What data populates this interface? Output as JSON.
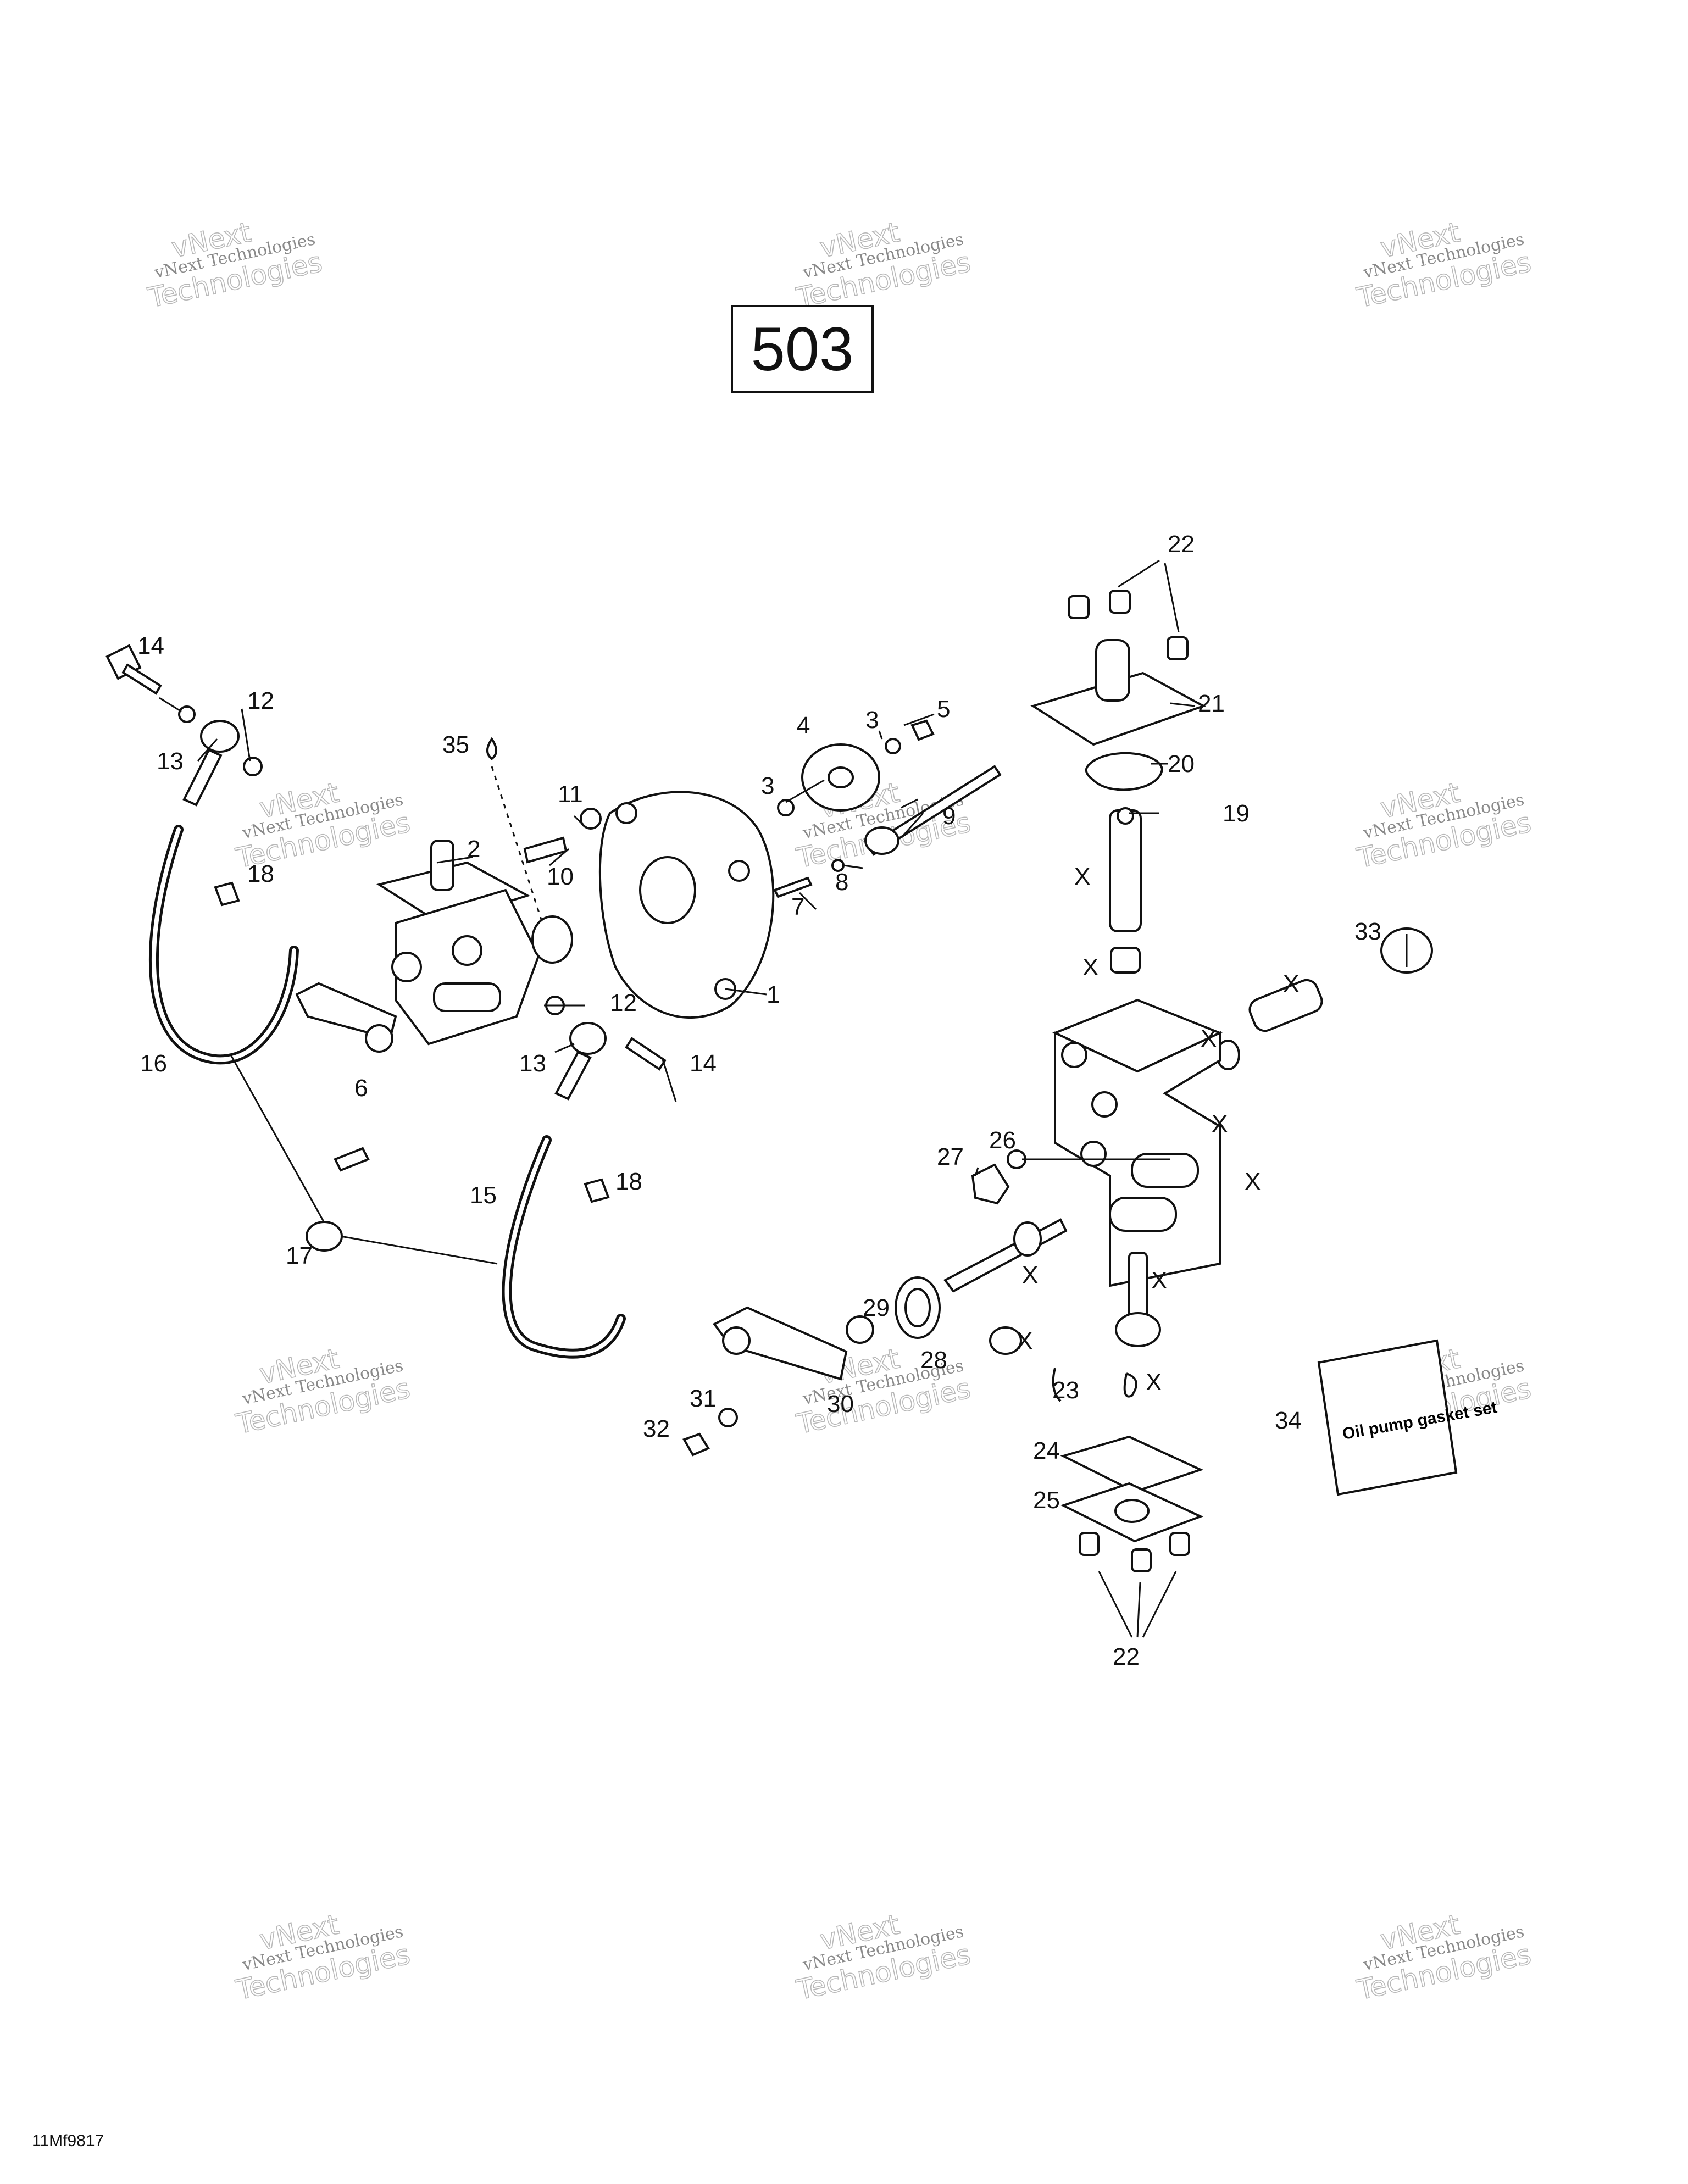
{
  "diagram_number": "503",
  "figure_code": "11Mf9817",
  "watermark": {
    "line1": "vNext Technologies",
    "line2": "Technologies",
    "top": "vNext"
  },
  "kit_label": "Oil pump gasket set",
  "callouts": [
    "1",
    "2",
    "3",
    "3",
    "4",
    "5",
    "6",
    "7",
    "8",
    "9",
    "10",
    "11",
    "12",
    "12",
    "13",
    "13",
    "14",
    "14",
    "15",
    "16",
    "17",
    "18",
    "18",
    "19",
    "20",
    "21",
    "22",
    "22",
    "23",
    "24",
    "25",
    "26",
    "27",
    "28",
    "29",
    "30",
    "31",
    "32",
    "33",
    "34",
    "35",
    "X",
    "X",
    "X",
    "X",
    "X",
    "X",
    "X",
    "X",
    "X",
    "X"
  ]
}
